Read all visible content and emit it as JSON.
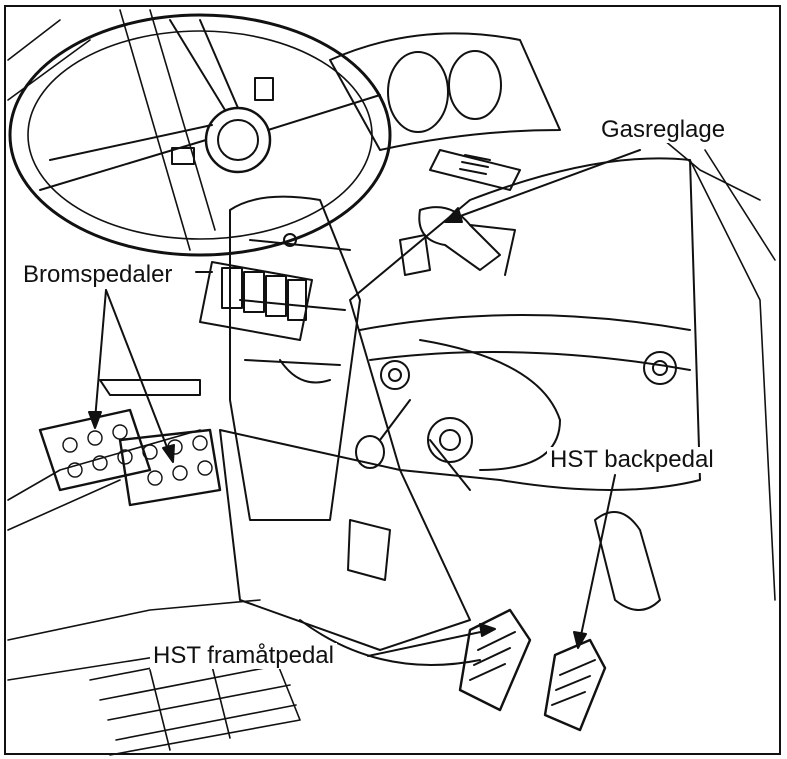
{
  "labels": {
    "throttle": "Gasreglage",
    "brake_pedals": "Bromspedaler",
    "hst_reverse_pedal": "HST backpedal",
    "hst_forward_pedal": "HST framåtpedal"
  },
  "colors": {
    "line": "#111111",
    "background": "#ffffff"
  }
}
